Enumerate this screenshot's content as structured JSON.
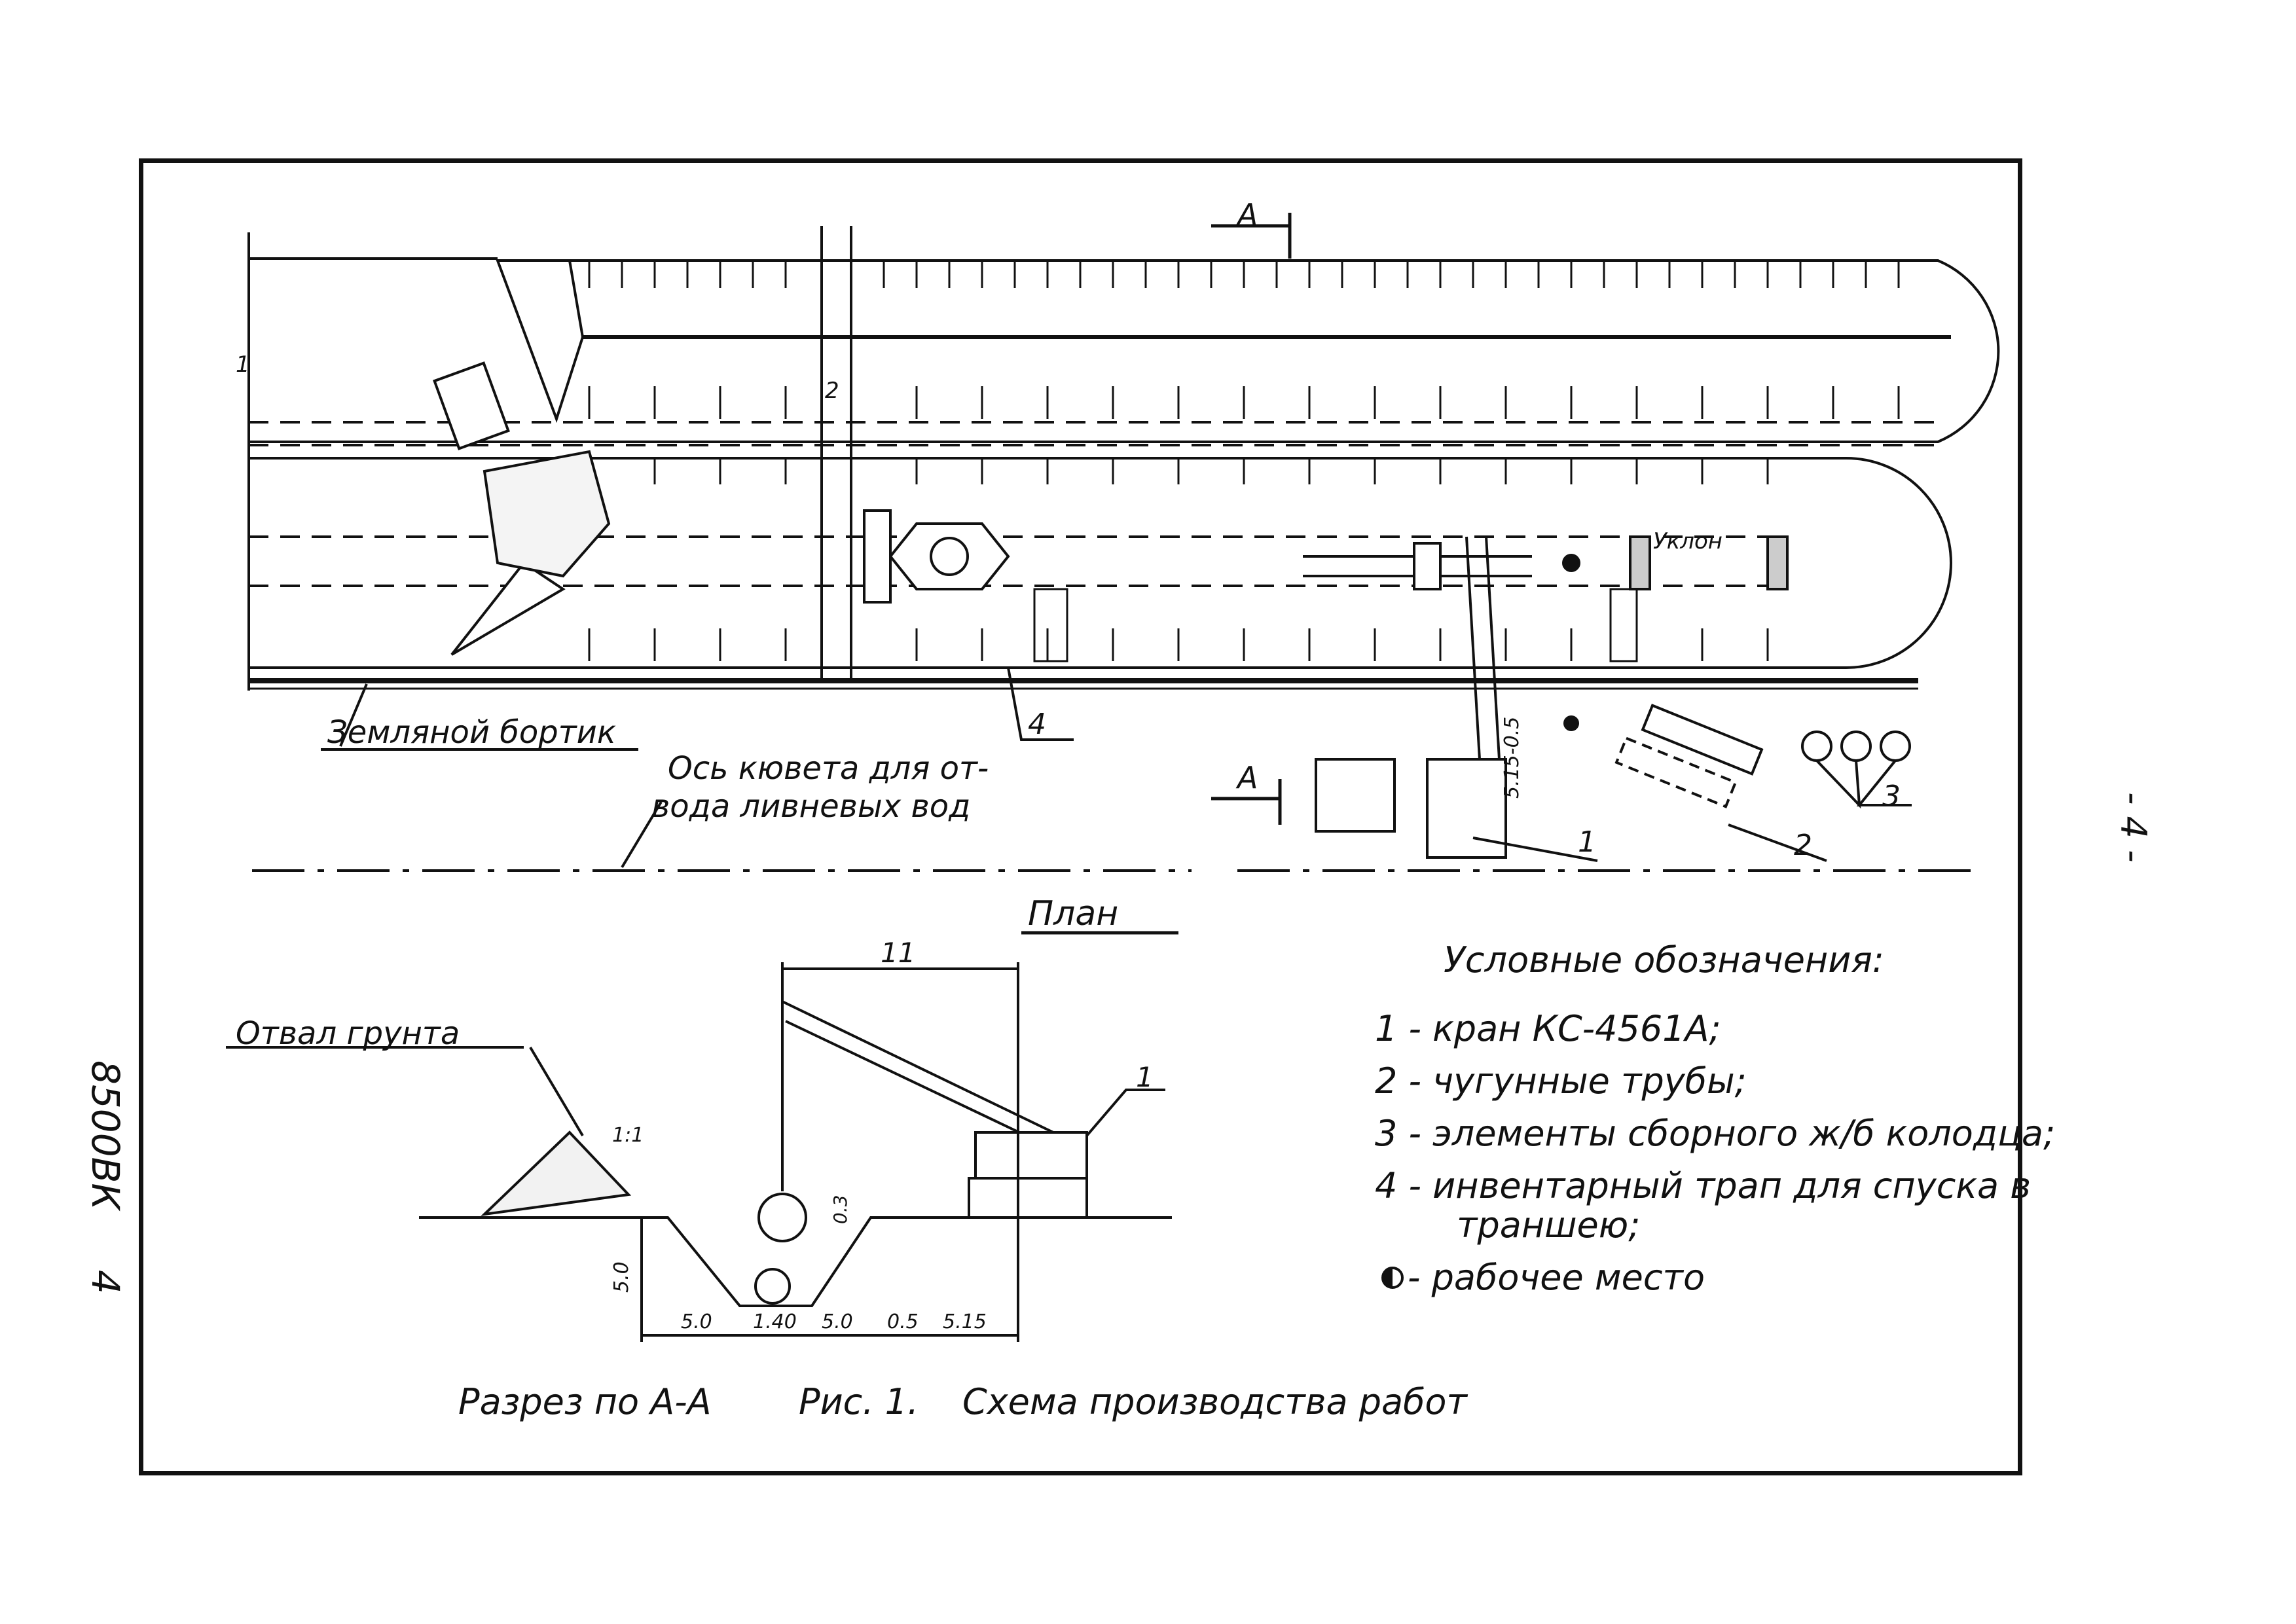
{
  "doc_code": "8500ВК",
  "sheet_number_side": "4",
  "sheet_number_right": "- 4 -",
  "plan": {
    "title": "План",
    "section_mark": "А",
    "earth_berm": "Земляной бортик",
    "ditch_axis_line1": "Ось кювета для от-",
    "ditch_axis_line2": "вода ливневых вод",
    "slope": "Уклон",
    "dim_1": "1",
    "dim_2": "2",
    "dim_crane": "5.15-0.5",
    "callout_1": "1",
    "callout_2": "2",
    "callout_3": "3",
    "callout_4": "4"
  },
  "section": {
    "spoil": "Отвал грунта",
    "reach": "11",
    "slope_ratio": "1:1",
    "depth": "5.0",
    "dim_03": "0.3",
    "dims": [
      "5.0",
      "1.40",
      "5.0",
      "0.5",
      "5.15"
    ],
    "callout_crane": "1"
  },
  "legend": {
    "title": "Условные обозначения:",
    "items": [
      "1 - кран КС-4561А;",
      "2 - чугунные трубы;",
      "3 - элементы сборного ж/б колодца;",
      "4 - инвентарный трап для спуска в",
      "траншею;",
      "- рабочее место"
    ]
  },
  "caption": {
    "section": "Разрез по А-А",
    "figure": "Рис. 1.",
    "title": "Схема производства работ"
  }
}
